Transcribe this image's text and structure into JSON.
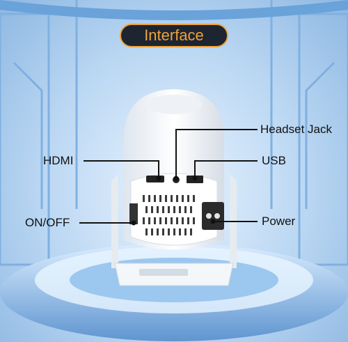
{
  "title": "Interface",
  "labels": {
    "headset_jack": "Headset Jack",
    "hdmi": "HDMI",
    "usb": "USB",
    "on_off": "ON/OFF",
    "power": "Power"
  },
  "colors": {
    "accent": "#f0a23a",
    "pill_bg": "#1d2530",
    "background": "#b9d6f2"
  }
}
